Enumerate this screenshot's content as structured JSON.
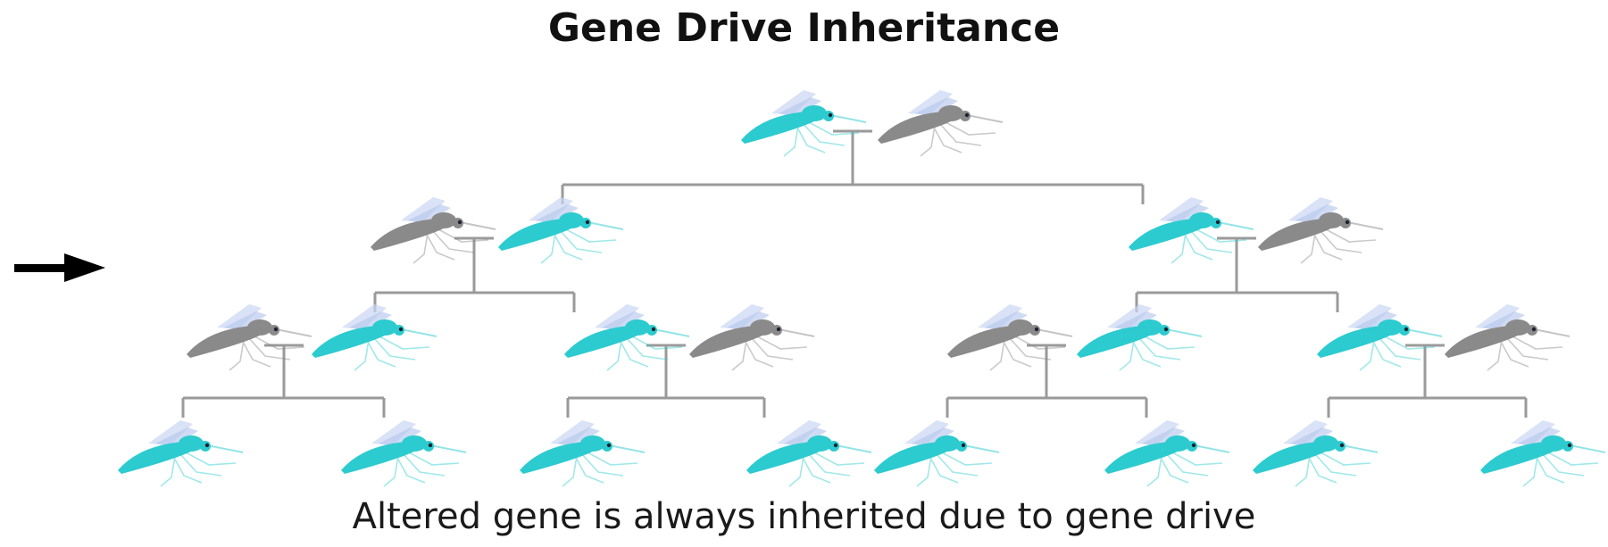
{
  "title": "Gene Drive Inheritance",
  "caption": "Altered gene is always inherited due to gene drive",
  "colors": {
    "altered": "#2ccbcf",
    "wildtype": "#8a8a8a",
    "line": "#9a9a9a",
    "arrow": "#000000"
  },
  "generations": [
    {
      "level": 0,
      "pairs": [
        [
          "altered",
          "wildtype"
        ]
      ]
    },
    {
      "level": 1,
      "pairs": [
        [
          "wildtype",
          "altered"
        ],
        [
          "altered",
          "wildtype"
        ]
      ]
    },
    {
      "level": 2,
      "pairs": [
        [
          "wildtype",
          "altered"
        ],
        [
          "altered",
          "wildtype"
        ],
        [
          "wildtype",
          "altered"
        ],
        [
          "altered",
          "wildtype"
        ]
      ]
    },
    {
      "level": 3,
      "offspring": [
        "altered",
        "altered",
        "altered",
        "altered",
        "altered",
        "altered",
        "altered",
        "altered"
      ]
    }
  ],
  "icons": {
    "mosquito": "mosquito-icon",
    "arrow": "right-arrow-icon"
  }
}
